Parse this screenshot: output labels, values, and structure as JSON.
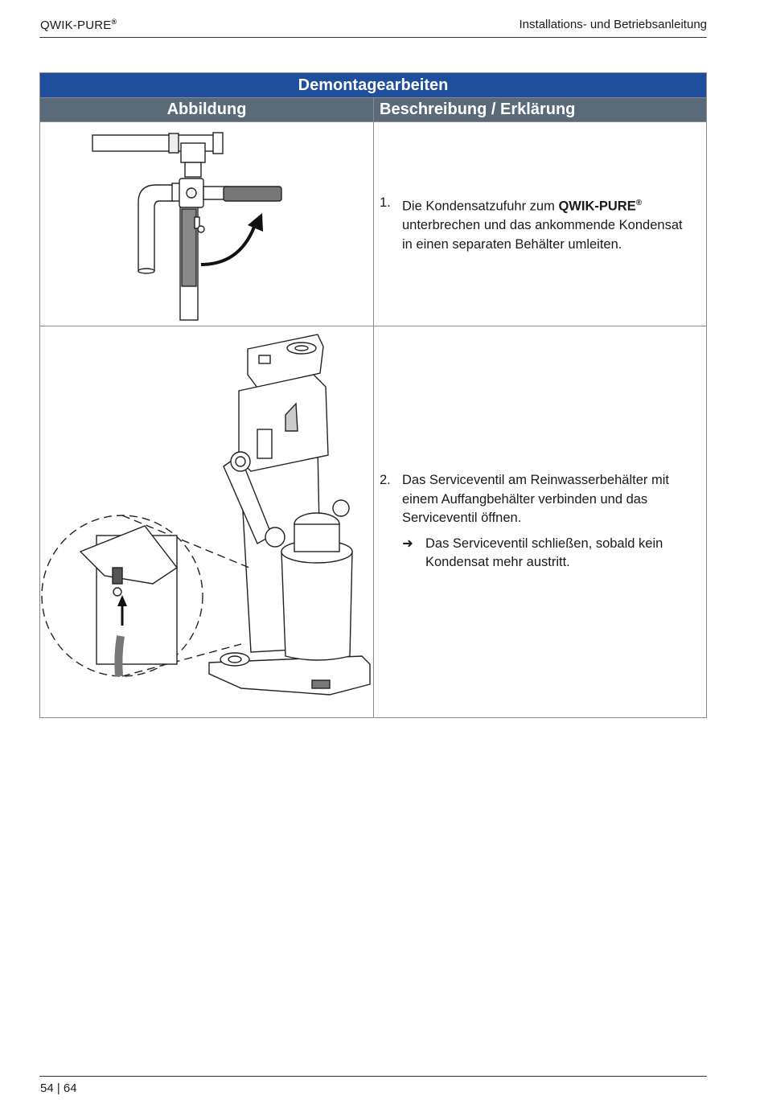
{
  "header": {
    "product": "QWIK-PURE",
    "reg": "®",
    "doc_title": "Installations- und Betriebsanleitung"
  },
  "table": {
    "title": "Demontagearbeiten",
    "col1": "Abbildung",
    "col2": "Beschreibung / Erklärung",
    "rows": [
      {
        "num": "1.",
        "text_before": "Die Kondensatzufuhr zum ",
        "bold": "QWIK-PURE",
        "reg": "®",
        "text_after": " unterbrechen und das ankommende Kondensat in einen separaten Behälter umleiten.",
        "figure": "valve-shutoff-illustration"
      },
      {
        "num": "2.",
        "text": "Das Serviceventil am Reinwasserbehälter mit einem Auffangbehälter verbinden und das Serviceventil öffnen.",
        "arrow": "➜",
        "sub_text": "Das Serviceventil schließen, sobald kein Kondensat mehr austritt.",
        "figure": "qwik-pure-unit-service-valve-illustration"
      }
    ]
  },
  "footer": {
    "page": "54 | 64"
  },
  "colors": {
    "title_bg": "#1f4e9c",
    "header_bg": "#5b6a78"
  }
}
